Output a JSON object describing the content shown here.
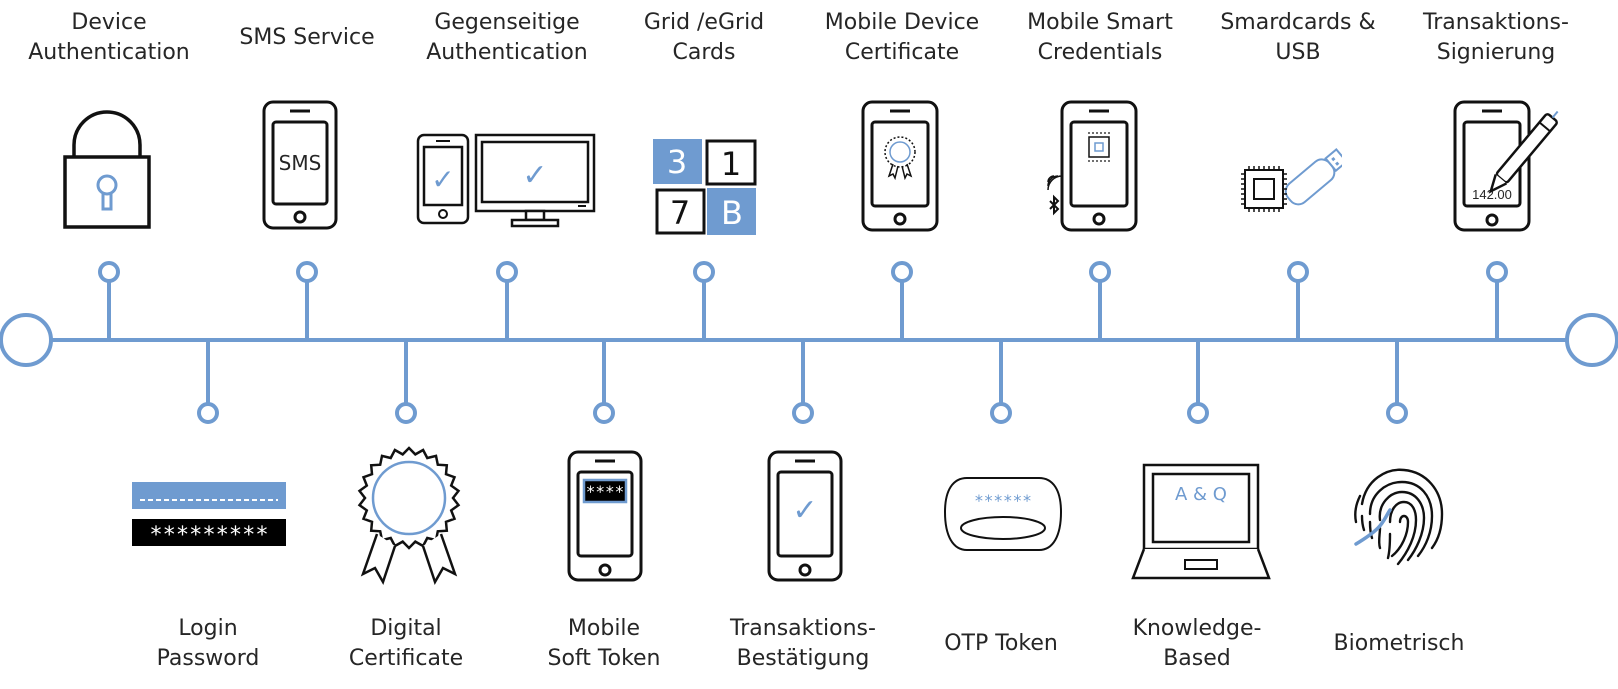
{
  "colors": {
    "accent": "#6f9bd0",
    "stroke": "#111111",
    "text": "#262626"
  },
  "top_items": [
    {
      "lines": [
        "Device",
        "Authentication"
      ],
      "icon": "padlock-icon"
    },
    {
      "lines": [
        "SMS Service"
      ],
      "icon": "sms-phone-icon",
      "icon_text": "SMS"
    },
    {
      "lines": [
        "Gegenseitige",
        "Authentication"
      ],
      "icon": "phone-monitor-check-icon",
      "icon_text": "✓"
    },
    {
      "lines": [
        "Grid /eGrid",
        "Cards"
      ],
      "icon": "grid-card-icon",
      "cells": [
        "3",
        "1",
        "7",
        "B"
      ]
    },
    {
      "lines": [
        "Mobile Device",
        "Certificate"
      ],
      "icon": "phone-certificate-icon"
    },
    {
      "lines": [
        "Mobile Smart",
        "Credentials"
      ],
      "icon": "phone-chip-nfc-bluetooth-icon"
    },
    {
      "lines": [
        "Smardcards &",
        "USB"
      ],
      "icon": "chip-usb-stick-icon"
    },
    {
      "lines": [
        "Transaktions-",
        "Signierung"
      ],
      "icon": "phone-pen-sign-icon",
      "icon_text": "142.00"
    }
  ],
  "bottom_items": [
    {
      "lines": [
        "Login",
        "Password"
      ],
      "icon": "login-password-fields-icon",
      "icon_text": "*********"
    },
    {
      "lines": [
        "Digital",
        "Certificate"
      ],
      "icon": "certificate-rosette-icon"
    },
    {
      "lines": [
        "Mobile",
        "Soft Token"
      ],
      "icon": "phone-soft-token-icon",
      "icon_text": "****"
    },
    {
      "lines": [
        "Transaktions-",
        "Bestätigung"
      ],
      "icon": "phone-confirm-check-icon",
      "icon_text": "✓"
    },
    {
      "lines": [
        "OTP Token"
      ],
      "icon": "otp-token-icon",
      "icon_text": "******"
    },
    {
      "lines": [
        "Knowledge-",
        "Based"
      ],
      "icon": "laptop-qa-icon",
      "icon_text": "A & Q"
    },
    {
      "lines": [
        "Biometrisch"
      ],
      "icon": "fingerprint-icon"
    }
  ]
}
